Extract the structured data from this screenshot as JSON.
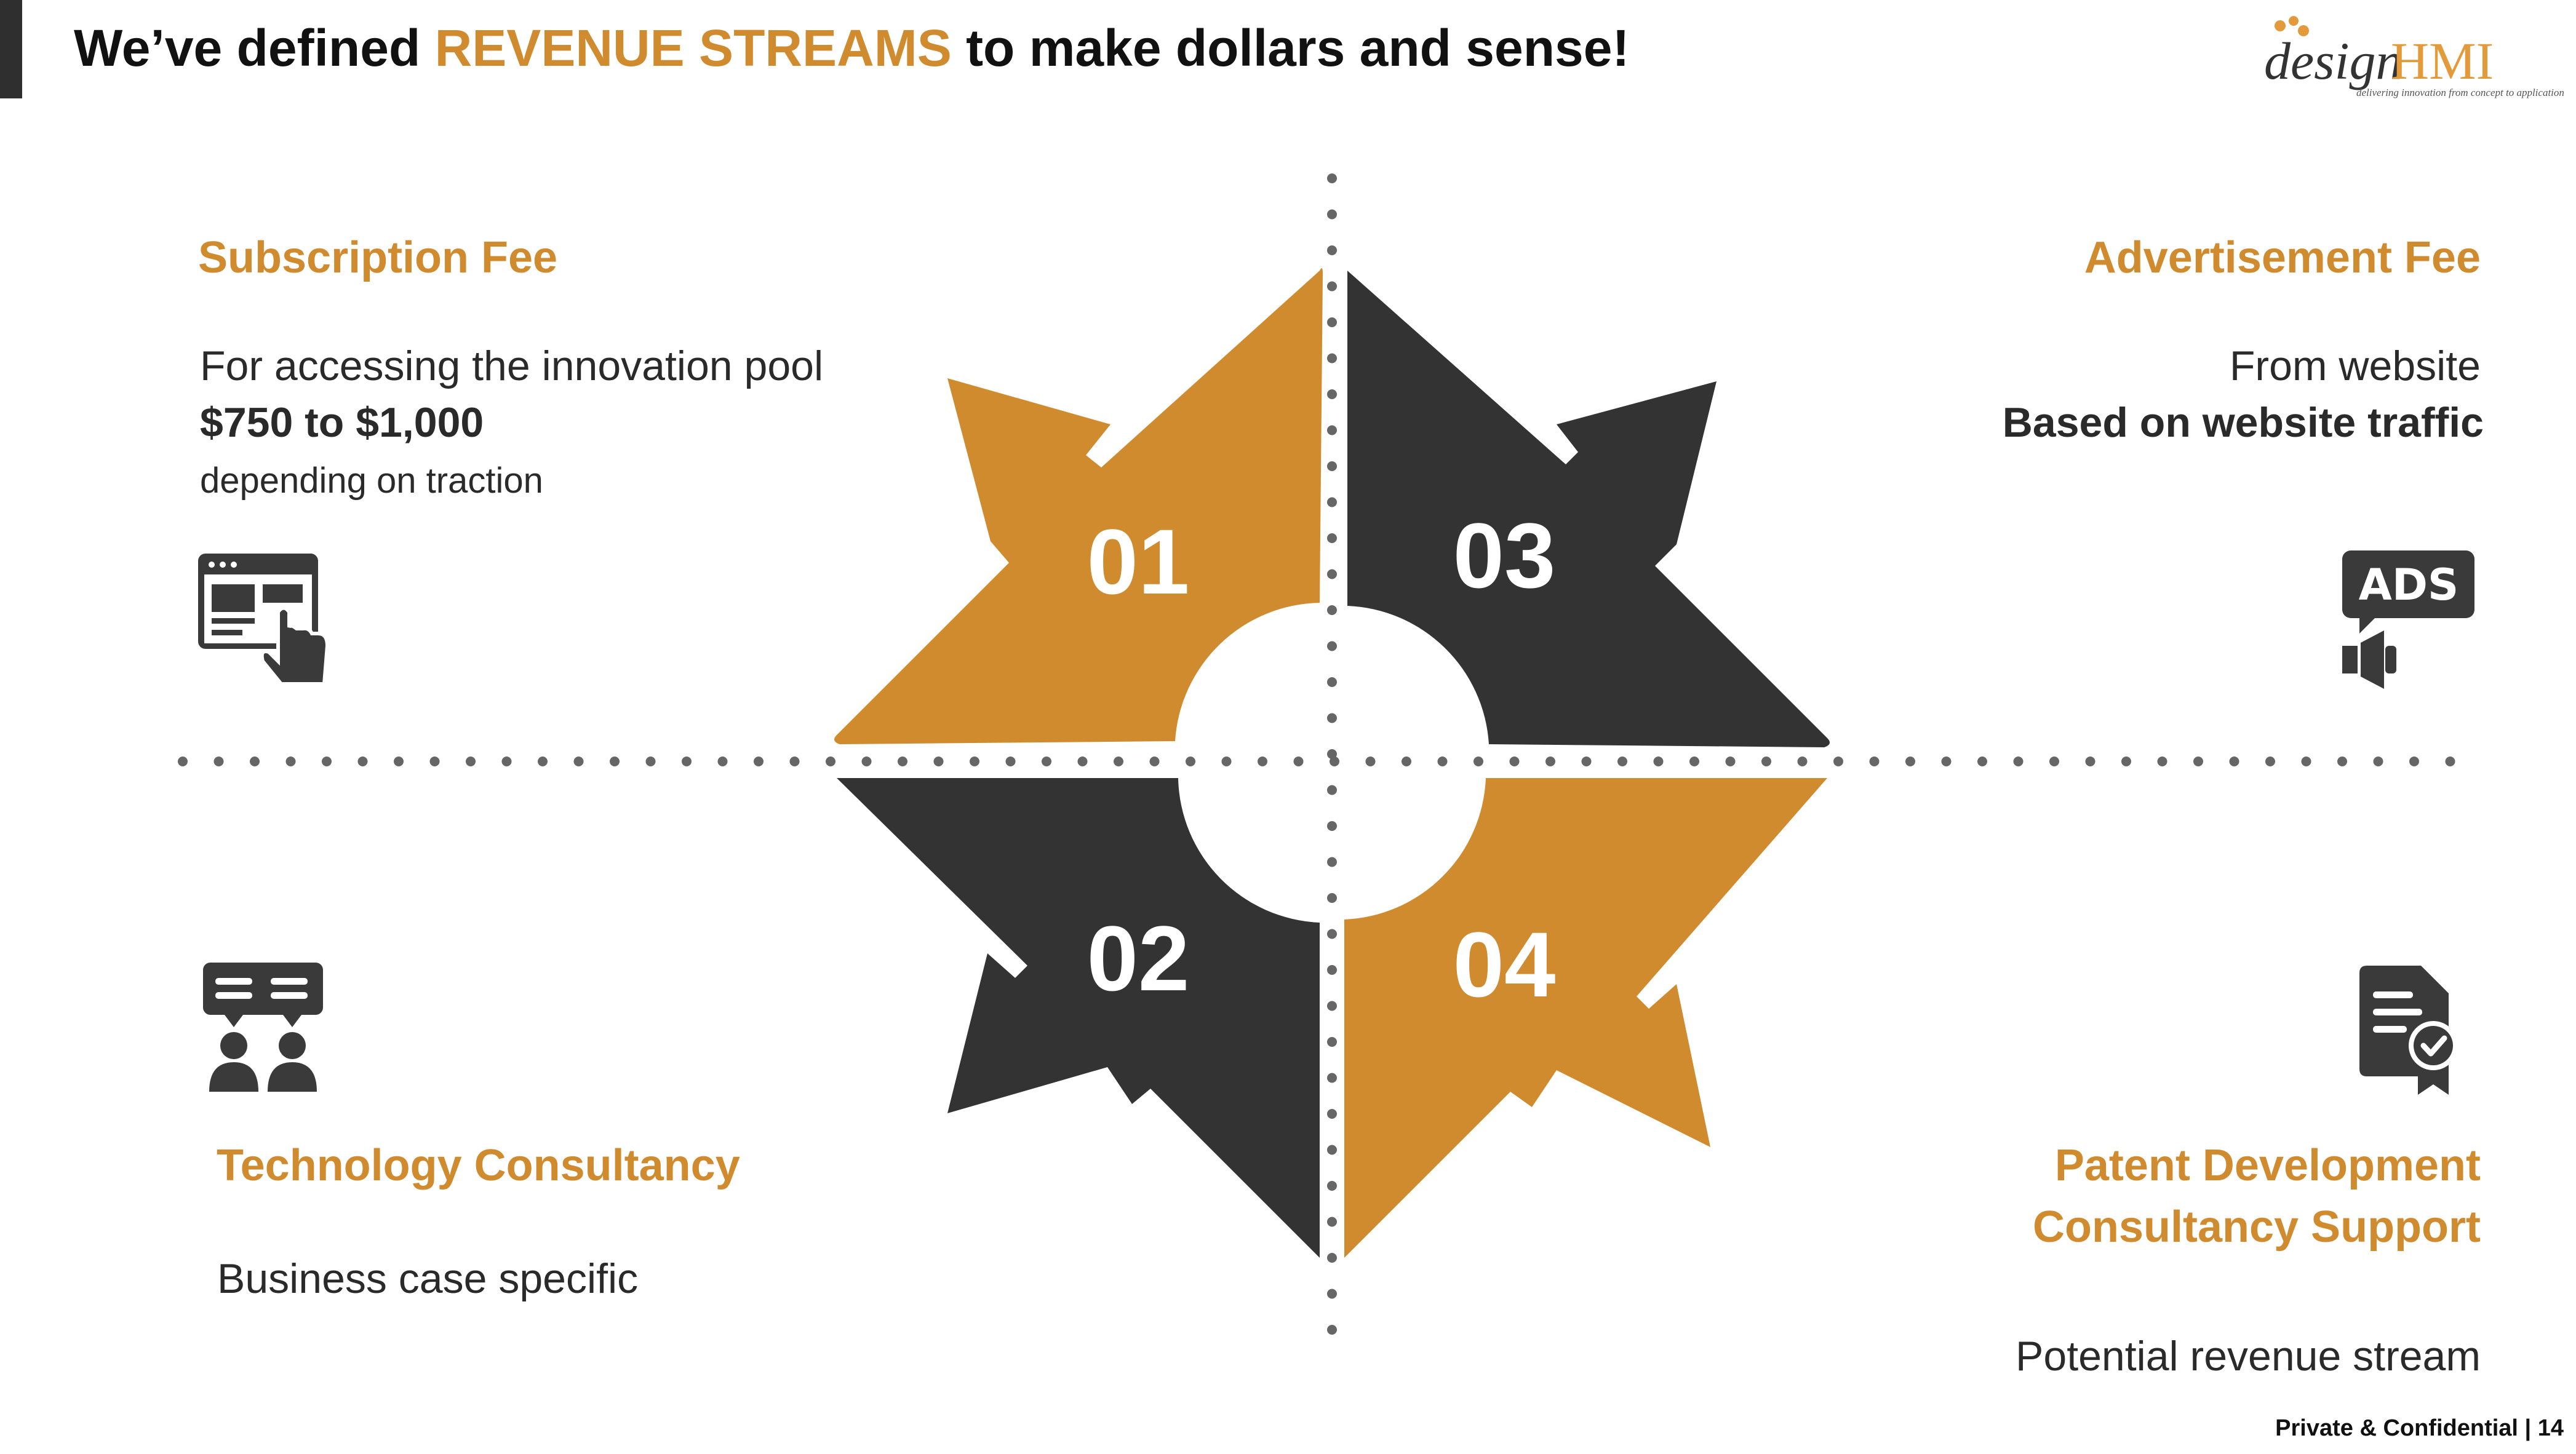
{
  "header": {
    "title_before": "We’ve defined ",
    "title_accent": "REVENUE STREAMS",
    "title_after": " to make dollars and sense!"
  },
  "logo": {
    "brand_lower": "design",
    "brand_upper": "HMI",
    "tagline": "delivering innovation from concept to application"
  },
  "colors": {
    "accent": "#d08b2e",
    "dark": "#333333",
    "dots": "#666666"
  },
  "quadrants": [
    {
      "number": "01",
      "heading": "Subscription Fee",
      "lines": [
        "For accessing the innovation pool",
        "$750 to $1,000",
        "depending on traction"
      ],
      "icon": "web-click-icon"
    },
    {
      "number": "02",
      "heading": "Technology Consultancy",
      "lines": [
        "Business case specific"
      ],
      "icon": "consultation-icon"
    },
    {
      "number": "03",
      "heading": "Advertisement Fee",
      "lines": [
        "From website",
        "Based on website traffic"
      ],
      "icon": "ads-megaphone-icon"
    },
    {
      "number": "04",
      "heading": [
        "Patent Development",
        "Consultancy Support"
      ],
      "lines": [
        "Potential revenue stream"
      ],
      "icon": "certificate-icon"
    }
  ],
  "footer": {
    "text": "Private & Confidential | 14"
  }
}
